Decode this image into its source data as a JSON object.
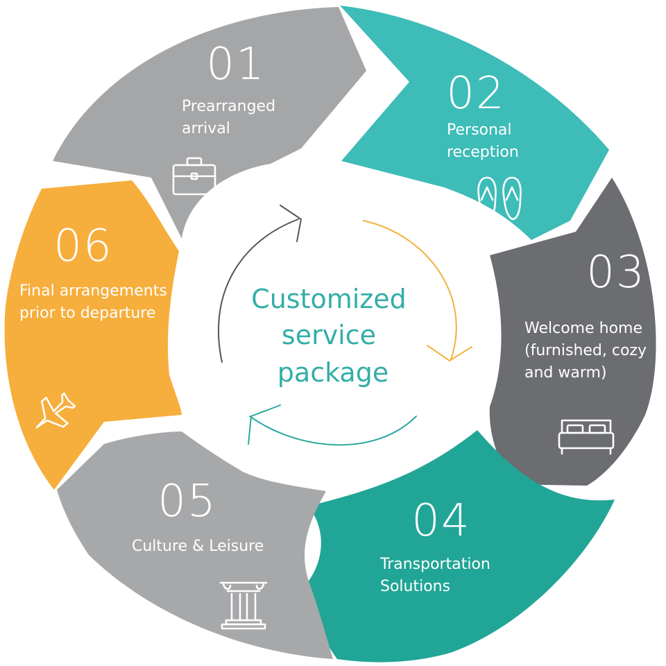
{
  "center": {
    "lines": [
      "Customized",
      "service",
      "package"
    ],
    "color": "#33aea7"
  },
  "steps": [
    {
      "number": "01",
      "lines": [
        "Prearranged",
        "arrival"
      ],
      "icon": "briefcase-icon",
      "color": "#a5a6a8"
    },
    {
      "number": "02",
      "lines": [
        "Personal",
        "reception"
      ],
      "icon": "flip-flops-icon",
      "color": "#3dbcb8"
    },
    {
      "number": "03",
      "lines": [
        "Welcome home",
        "(furnished, cozy",
        "and warm)"
      ],
      "icon": "bed-icon",
      "color": "#6b6d70"
    },
    {
      "number": "04",
      "lines": [
        "Transportation",
        "Solutions"
      ],
      "icon": "car-icon",
      "color": "#21a597"
    },
    {
      "number": "05",
      "lines": [
        "Culture & Leisure"
      ],
      "icon": "column-icon",
      "color": "#a7a8aa"
    },
    {
      "number": "06",
      "lines": [
        "Final arrangements",
        "prior to departure"
      ],
      "icon": "airplane-icon",
      "color": "#f6ae3c"
    }
  ],
  "arrows": {
    "colors": [
      "#555555",
      "#f2b13a",
      "#2aa99c"
    ]
  }
}
